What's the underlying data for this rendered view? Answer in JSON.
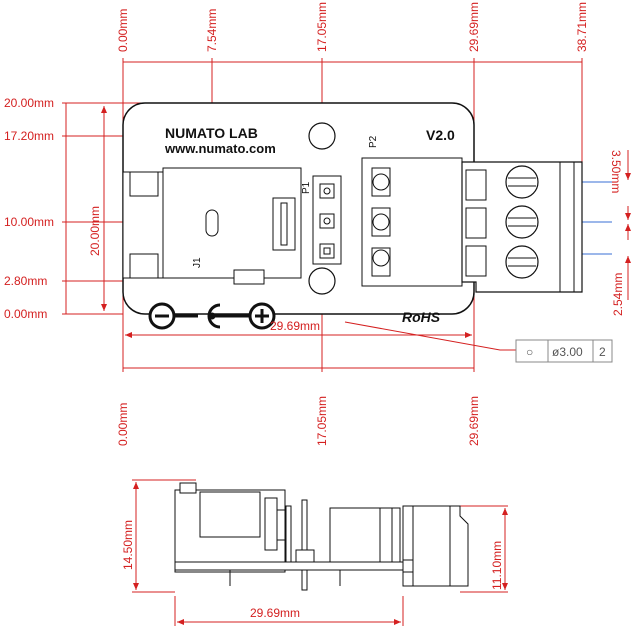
{
  "board": {
    "brand": "NUMATO LAB",
    "website": "www.numato.com",
    "version": "V2.0",
    "rohs": "RoHS",
    "label_p1": "P1",
    "label_p2": "P2",
    "label_j1": "J1"
  },
  "top_dims": [
    "0.00mm",
    "7.54mm",
    "17.05mm",
    "29.69mm",
    "38.71mm"
  ],
  "bottom_dims": [
    "0.00mm",
    "17.05mm",
    "29.69mm"
  ],
  "left_dims": [
    "20.00mm",
    "17.20mm",
    "10.00mm",
    "2.80mm",
    "0.00mm"
  ],
  "vertical_width": "20.00mm",
  "width_dim": "29.69mm",
  "right_dims": [
    "3.50mm",
    "2.54mm"
  ],
  "hole_callout": [
    "○",
    "ø3.00",
    "2"
  ],
  "side_view": {
    "height_left": "14.50mm",
    "height_right": "11.10mm",
    "width": "29.69mm"
  }
}
